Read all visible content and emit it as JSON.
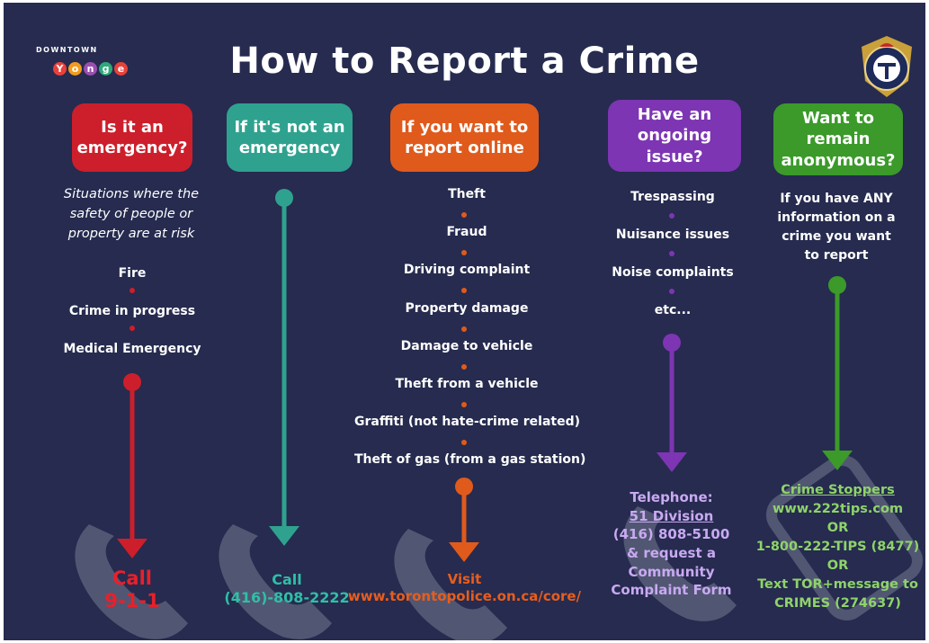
{
  "title": "How to Report a Crime",
  "logo": {
    "top": "DOWNTOWN",
    "letters": [
      "Y",
      "o",
      "n",
      "g",
      "e"
    ]
  },
  "columns": [
    {
      "heading": "Is it an emergency?",
      "intro": "Situations where the safety of people or property are at risk",
      "items": [
        "Fire",
        "Crime in progress",
        "Medical Emergency"
      ],
      "action": [
        "Call",
        "9-1-1"
      ]
    },
    {
      "heading": "If it's not an emergency",
      "action": [
        "Call",
        "(416)-808-2222"
      ]
    },
    {
      "heading": "If you want to report online",
      "items": [
        "Theft",
        "Fraud",
        "Driving complaint",
        "Property damage",
        "Damage to vehicle",
        "Theft from a vehicle",
        "Graffiti (not hate-crime related)",
        "Theft of gas (from a gas station)"
      ],
      "action": [
        "Visit",
        "www.torontopolice.on.ca/core/"
      ]
    },
    {
      "heading": "Have an ongoing issue?",
      "items": [
        "Trespassing",
        "Nuisance issues",
        "Noise complaints",
        "etc..."
      ],
      "action": [
        "Telephone:",
        "51 Division",
        "(416) 808-5100",
        "& request a",
        "Community",
        "Complaint Form"
      ]
    },
    {
      "heading": "Want to remain anonymous?",
      "intro": "If you have ANY information on a crime you want to report",
      "action": [
        "Crime Stoppers",
        "www.222tips.com",
        "OR",
        "1-800-222-TIPS (8477)",
        "OR",
        "Text TOR+message to",
        "CRIMES (274637)"
      ]
    }
  ],
  "colors": {
    "background": "#262b4f",
    "red": "#cc1f2b",
    "teal": "#2fa28f",
    "orange": "#e05a1c",
    "purple": "#7d35b3",
    "green": "#3b9a2a",
    "lavender": "#c9a9f2",
    "lightgreen": "#8fd36a"
  }
}
